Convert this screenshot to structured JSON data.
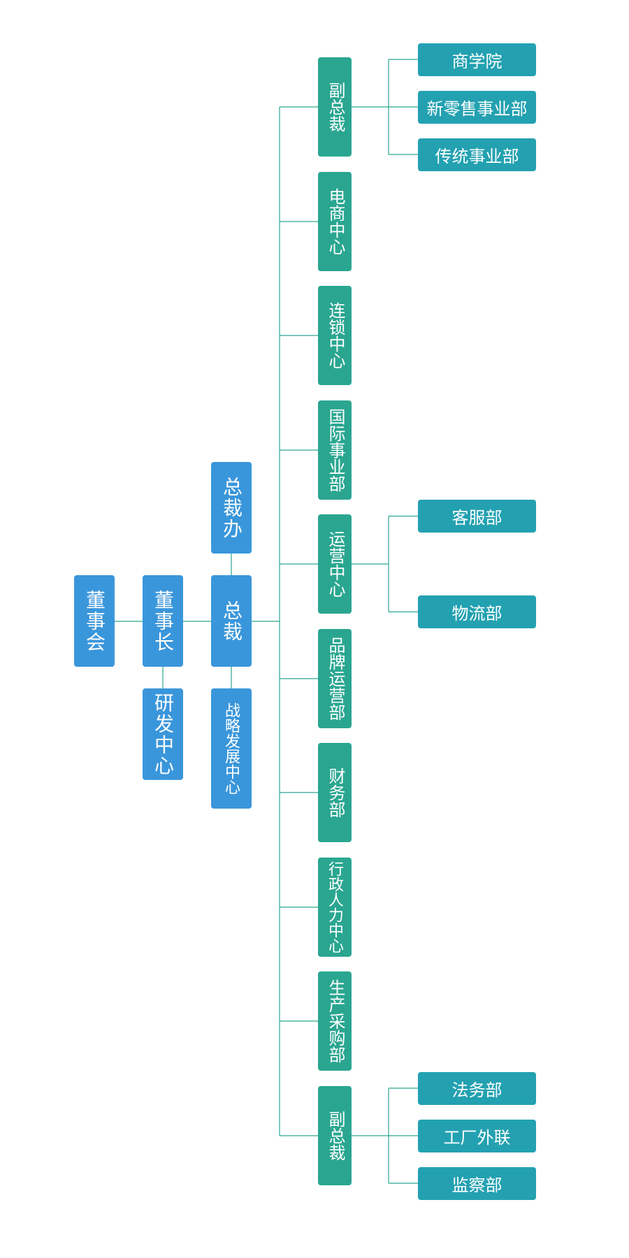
{
  "colors": {
    "executive": "#3a96db",
    "center": "#2aa690",
    "department": "#23a1b1",
    "connector": "#2aa690"
  },
  "board": {
    "label": "董事会"
  },
  "chairman": {
    "label": "董事长"
  },
  "rd_center": {
    "label": "研发中心"
  },
  "president": {
    "label": "总裁"
  },
  "president_office": {
    "label": "总裁办"
  },
  "strategy_center": {
    "label": "战略发展中心"
  },
  "centers": [
    {
      "label": "副总裁",
      "departments": [
        "商学院",
        "新零售事业部",
        "传统事业部"
      ]
    },
    {
      "label": "电商中心",
      "departments": []
    },
    {
      "label": "连锁中心",
      "departments": []
    },
    {
      "label": "国际事业部",
      "departments": []
    },
    {
      "label": "运营中心",
      "departments": [
        "客服部",
        "物流部"
      ]
    },
    {
      "label": "品牌运营部",
      "departments": []
    },
    {
      "label": "财务部",
      "departments": []
    },
    {
      "label": "行政人力中心",
      "departments": []
    },
    {
      "label": "生产采购部",
      "departments": []
    },
    {
      "label": "副总裁",
      "departments": [
        "法务部",
        "工厂外联",
        "监察部"
      ]
    }
  ]
}
